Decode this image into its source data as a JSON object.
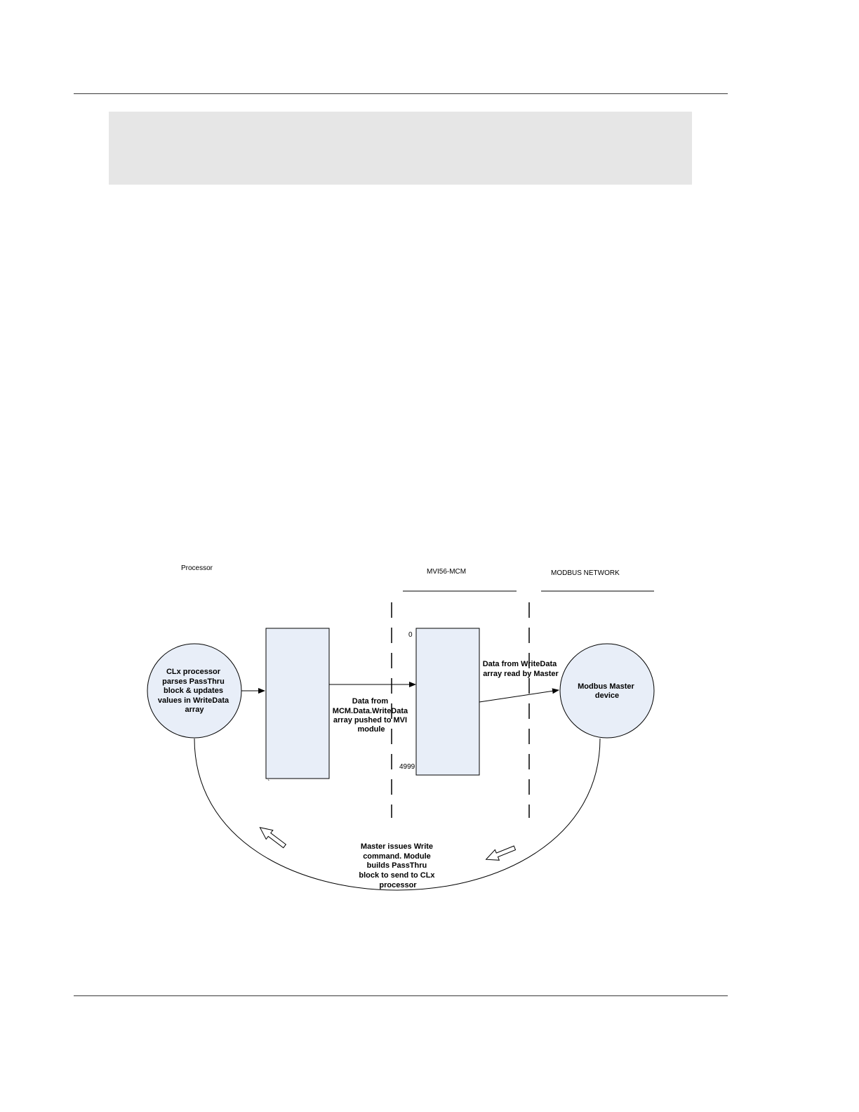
{
  "diagram": {
    "labels": {
      "processor": "Processor",
      "module": "MVI56-MCM",
      "network": "MODBUS NETWORK",
      "index_start": "0",
      "index_end": "4999",
      "stray_mark": "`"
    },
    "nodes": {
      "clx_processor": [
        "CLx processor",
        "parses PassThru",
        "block & updates",
        "values in WriteData",
        "array"
      ],
      "modbus_master": [
        "Modbus Master",
        "device"
      ]
    },
    "edges": {
      "push_to_module": [
        "Data from",
        "MCM.Data.WriteData",
        "array pushed to MVI",
        "module"
      ],
      "read_by_master": [
        "Data from WriteData",
        "array read by Master"
      ],
      "write_command": [
        "Master issues Write",
        "command. Module",
        "builds PassThru",
        "block to send to CLx",
        "processor"
      ]
    },
    "colors": {
      "fill": "#e8eef8",
      "stroke": "#000000",
      "header_band": "#e6e6e6"
    }
  }
}
